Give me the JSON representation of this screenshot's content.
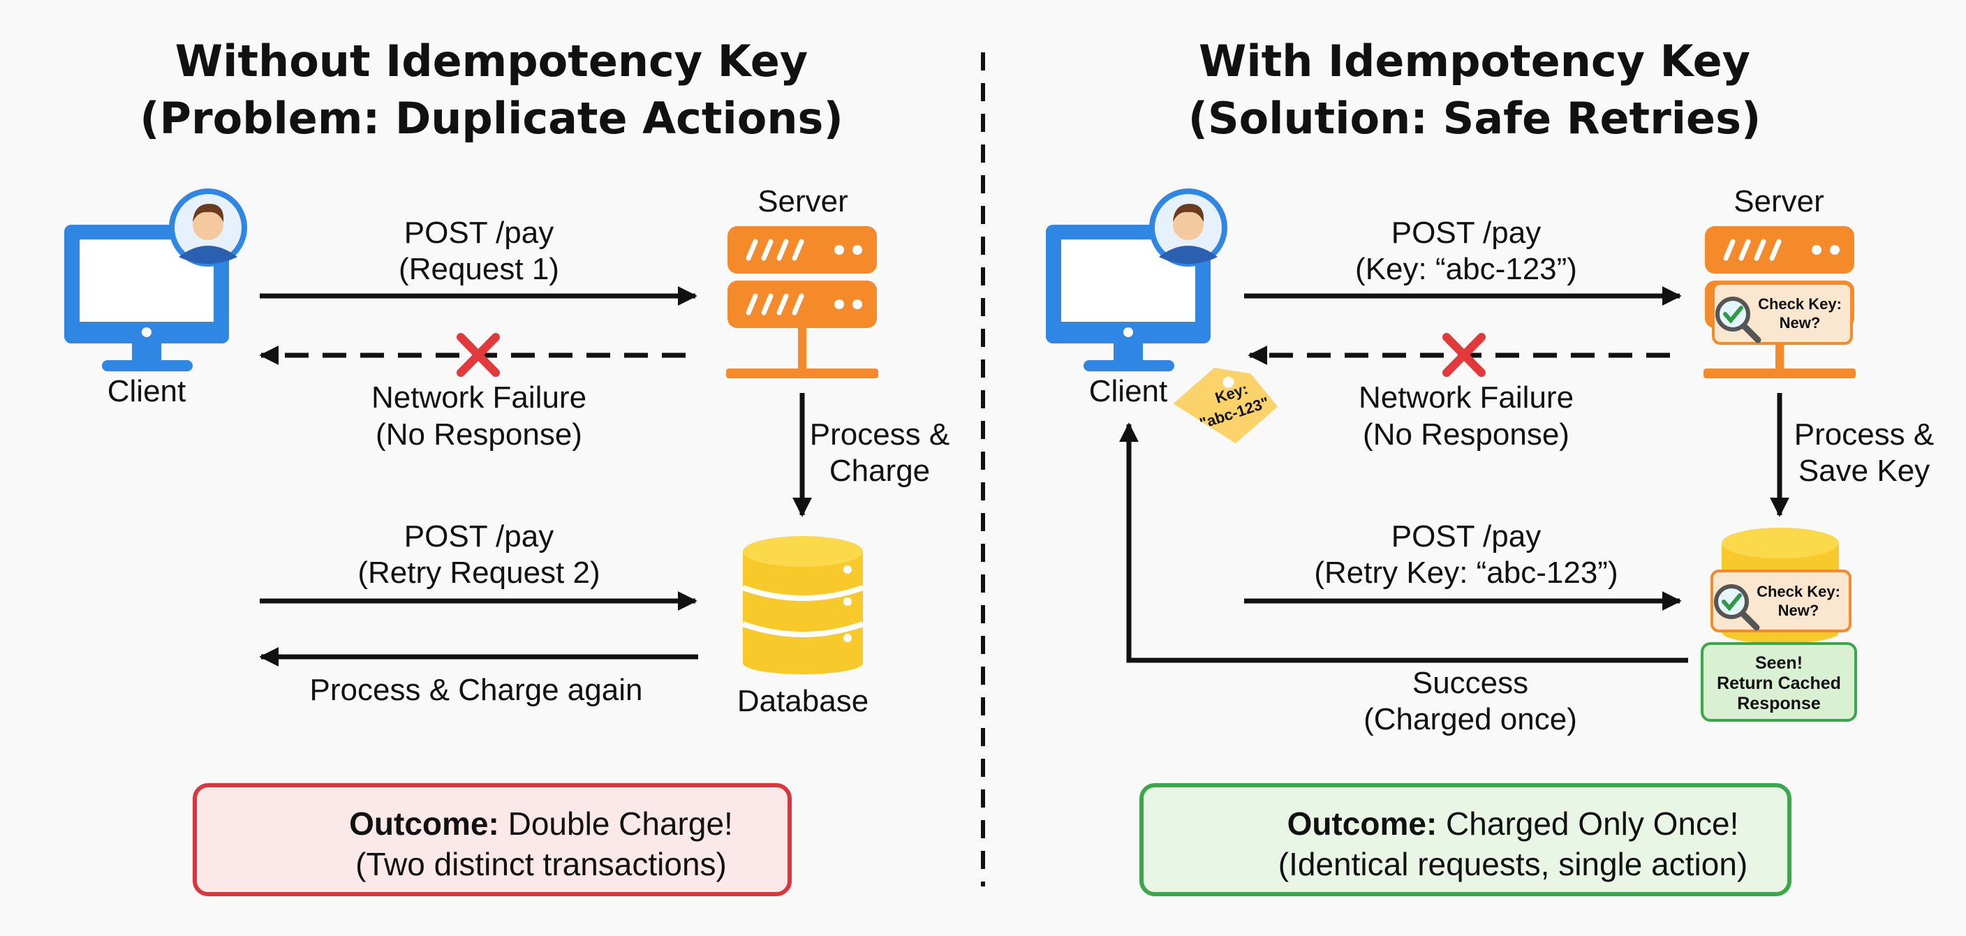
{
  "left": {
    "title_line1": "Without Idempotency Key",
    "title_line2": "(Problem: Duplicate Actions)",
    "client_label": "Client",
    "server_label": "Server",
    "database_label": "Database",
    "request1_line1": "POST /pay",
    "request1_line2": "(Request 1)",
    "failure_line1": "Network Failure",
    "failure_line2": "(No Response)",
    "process_line1": "Process &",
    "process_line2": "Charge",
    "retry_line1": "POST /pay",
    "retry_line2": "(Retry Request 2)",
    "charge_again": "Process & Charge again",
    "outcome_bold": "Outcome:",
    "outcome_text": " Double Charge!",
    "outcome_line2": "(Two distinct transactions)"
  },
  "right": {
    "title_line1": "With Idempotency Key",
    "title_line2": "(Solution: Safe Retries)",
    "client_label": "Client",
    "server_label": "Server",
    "tag_line1": "Key:",
    "tag_line2": "\"abc-123\"",
    "request1_line1": "POST /pay",
    "request1_line2": "(Key: “abc-123”)",
    "check_line1": "Check Key:",
    "check_line2": "New?",
    "failure_line1": "Network Failure",
    "failure_line2": "(No Response)",
    "process_line1": "Process &",
    "process_line2": "Save Key",
    "retry_line1": "POST /pay",
    "retry_line2": "(Retry Key: “abc-123”)",
    "check2_line1": "Check Key:",
    "check2_line2": "New?",
    "seen_line1": "Seen!",
    "seen_line2": "Return Cached",
    "seen_line3": "Response",
    "success_line1": "Success",
    "success_line2": "(Charged once)",
    "outcome_bold": "Outcome:",
    "outcome_text": " Charged Only Once!",
    "outcome_line2": "(Identical requests, single action)"
  },
  "colors": {
    "monitor": "#2f86e3",
    "server": "#f58a2a",
    "database": "#f7c92b",
    "tag": "#fbd36a",
    "fail_x": "#e23a3a",
    "problem_border": "#d9363e",
    "problem_bg": "#fbe9e9",
    "solution_border": "#3aa84a",
    "solution_bg": "#e9f6e6",
    "arrow": "#111111"
  }
}
